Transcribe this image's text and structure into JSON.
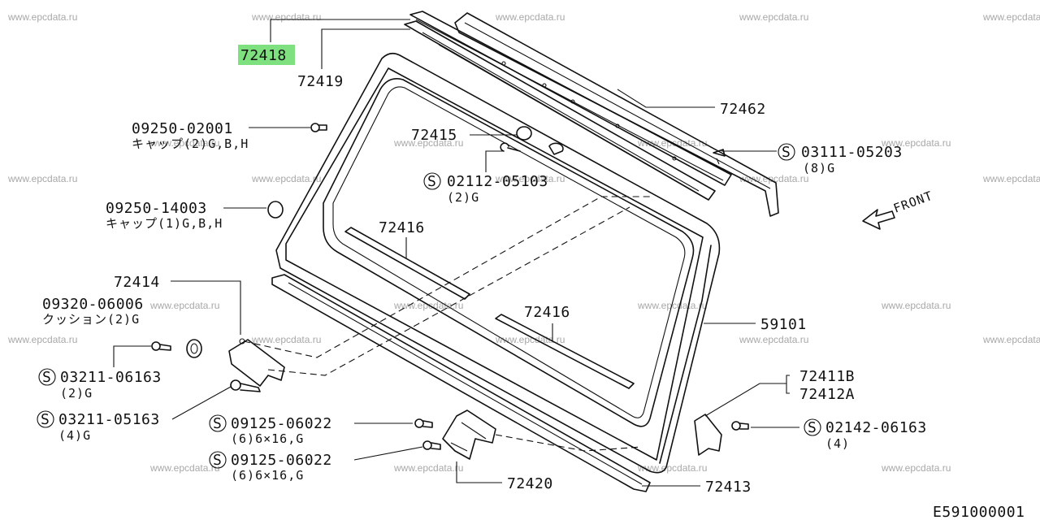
{
  "watermark": "www.epcdata.ru",
  "diagram_code": "E591000001",
  "front_label": "FRONT",
  "highlighted_part": "72418",
  "parts": {
    "p72418": "72418",
    "p72419": "72419",
    "p72462": "72462",
    "p72415": "72415",
    "p72416a": "72416",
    "p72416b": "72416",
    "p72414": "72414",
    "p59101": "59101",
    "p72411b": "72411B",
    "p72412a": "72412A",
    "p72413": "72413",
    "p72420": "72420",
    "cap2_code": "09250-02001",
    "cap2_desc": "キャップ(2)G,B,H",
    "cap1_code": "09250-14003",
    "cap1_desc": "キャップ(1)G,B,H",
    "cushion_code": "09320-06006",
    "cushion_desc": "クッション(2)G",
    "s03111_code": "03111-05203",
    "s03111_qty": "(8)G",
    "s02112_code": "02112-05103",
    "s02112_qty": "(2)G",
    "s03211a_code": "03211-06163",
    "s03211a_qty": "(2)G",
    "s03211b_code": "03211-05163",
    "s03211b_qty": "(4)G",
    "s09125a_code": "09125-06022",
    "s09125a_qty": "(6)6×16,G",
    "s09125b_code": "09125-06022",
    "s09125b_qty": "(6)6×16,G",
    "s02142_code": "02142-06163",
    "s02142_qty": "(4)",
    "s_mark": "S"
  }
}
